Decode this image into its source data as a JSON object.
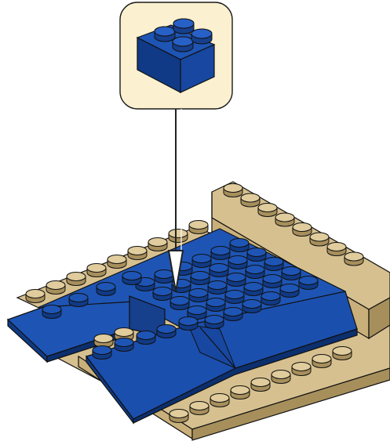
{
  "scene": {
    "callout_part": "blue-2x2-brick",
    "base_part": "tan-base-plate",
    "slope_parts": "blue-slope-bricks",
    "placement_arrow": "down-arrow-icon"
  },
  "colors": {
    "callout_bg": "#fbf0cf",
    "callout_border": "#1a1a1a",
    "blue_top": "#1e55b5",
    "blue_side": "#1747a0",
    "blue_front": "#103a85",
    "blue_dark": "#0c2f6d",
    "tan_top": "#d6c08f",
    "tan_side": "#c9b07a",
    "tan_dark": "#a78f5c",
    "outline": "#111111",
    "arrow": "#222222"
  }
}
